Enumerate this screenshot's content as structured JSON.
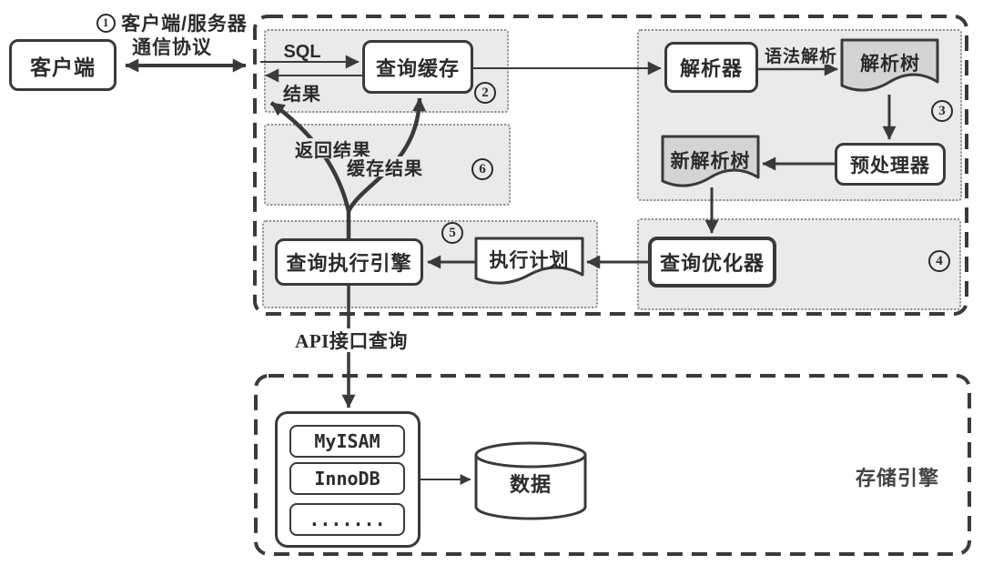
{
  "client": {
    "label": "客户端"
  },
  "protocol": {
    "step": "1",
    "title": "客户端/服务器",
    "subtitle": "通信协议"
  },
  "server": {
    "cache_panel": {
      "step": "2",
      "sql": "SQL",
      "result": "结果",
      "cache_box": "查询缓存"
    },
    "feedback_panel": {
      "step": "6",
      "return_result": "返回结果",
      "cache_result": "缓存结果"
    },
    "parse_panel": {
      "step": "3",
      "parser": "解析器",
      "syntax": "语法解析",
      "parse_tree": "解析树",
      "preprocessor": "预处理器",
      "new_parse_tree": "新解析树"
    },
    "optimizer_panel": {
      "step": "4",
      "optimizer": "查询优化器"
    },
    "execution_panel": {
      "step": "5",
      "engine": "查询执行引擎",
      "plan": "执行计划"
    }
  },
  "api_label": "API接口查询",
  "storage": {
    "label": "存储引擎",
    "engines": [
      "MyISAM",
      "InnoDB",
      "......."
    ],
    "data_label": "数据"
  },
  "colors": {
    "line": "#3a3a3a",
    "panel_bg": "#eaeaea",
    "doc_fill": "#d4d4d4"
  }
}
